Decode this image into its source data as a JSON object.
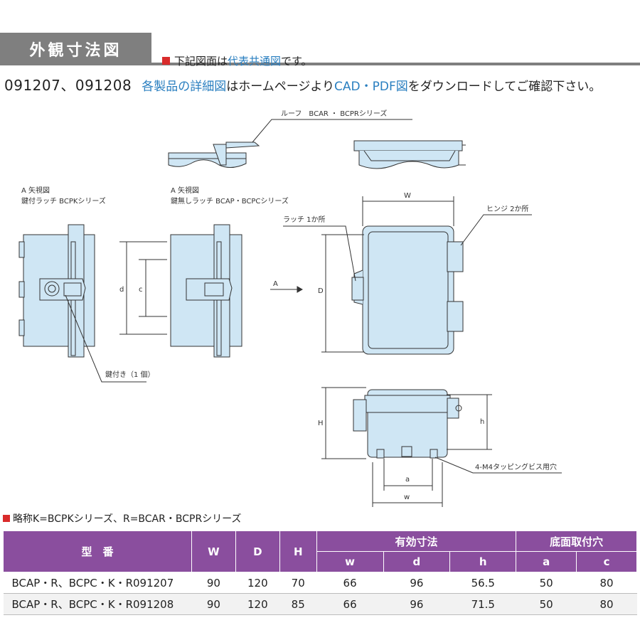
{
  "header": {
    "title": "外観寸法図",
    "note_prefix": "下記図面は",
    "note_highlight": "代表共通図",
    "note_suffix": "です。"
  },
  "models_line": {
    "models": "091207、091208",
    "notice_highlight1": "各製品の詳細図",
    "notice_mid": "はホームページより",
    "notice_highlight2": "CAD・PDF図",
    "notice_suffix": "をダウンロードしてご確認下さい。"
  },
  "drawing": {
    "roof_label": "ルーフ　BCAR ・ BCPRシリーズ",
    "view_a_left_title": "A 矢視図",
    "view_a_left_sub": "鍵付ラッチ BCPKシリーズ",
    "view_a_mid_title": "A 矢視図",
    "view_a_mid_sub": "鍵無しラッチ BCAP・BCPCシリーズ",
    "dim_d": "d",
    "dim_c": "c",
    "key_label": "鍵付き（1 個）",
    "arrow_a": "A",
    "latch_label": "ラッチ 1か所",
    "hinge_label": "ヒンジ 2か所",
    "dim_W": "W",
    "dim_D": "D",
    "dim_H": "H",
    "dim_h": "h",
    "dim_a": "a",
    "dim_w": "w",
    "screw_label": "4-M4タッピングビス用穴",
    "fill_color": "#cfe6f4",
    "stroke_color": "#333333"
  },
  "legend": "略称K=BCPKシリーズ、R=BCAR・BCPRシリーズ",
  "table": {
    "headers": {
      "model": "型　番",
      "W": "W",
      "D": "D",
      "H": "H",
      "effective": "有効寸法",
      "bottom_holes": "底面取付穴",
      "w": "w",
      "d": "d",
      "h": "h",
      "a": "a",
      "c": "c"
    },
    "rows": [
      {
        "model": "BCAP・R、BCPC・K・R091207",
        "W": "90",
        "D": "120",
        "H": "70",
        "w": "66",
        "d": "96",
        "h": "56.5",
        "a": "50",
        "c": "80"
      },
      {
        "model": "BCAP・R、BCPC・K・R091208",
        "W": "90",
        "D": "120",
        "H": "85",
        "w": "66",
        "d": "96",
        "h": "71.5",
        "a": "50",
        "c": "80"
      }
    ],
    "header_color": "#8a4e9e"
  }
}
